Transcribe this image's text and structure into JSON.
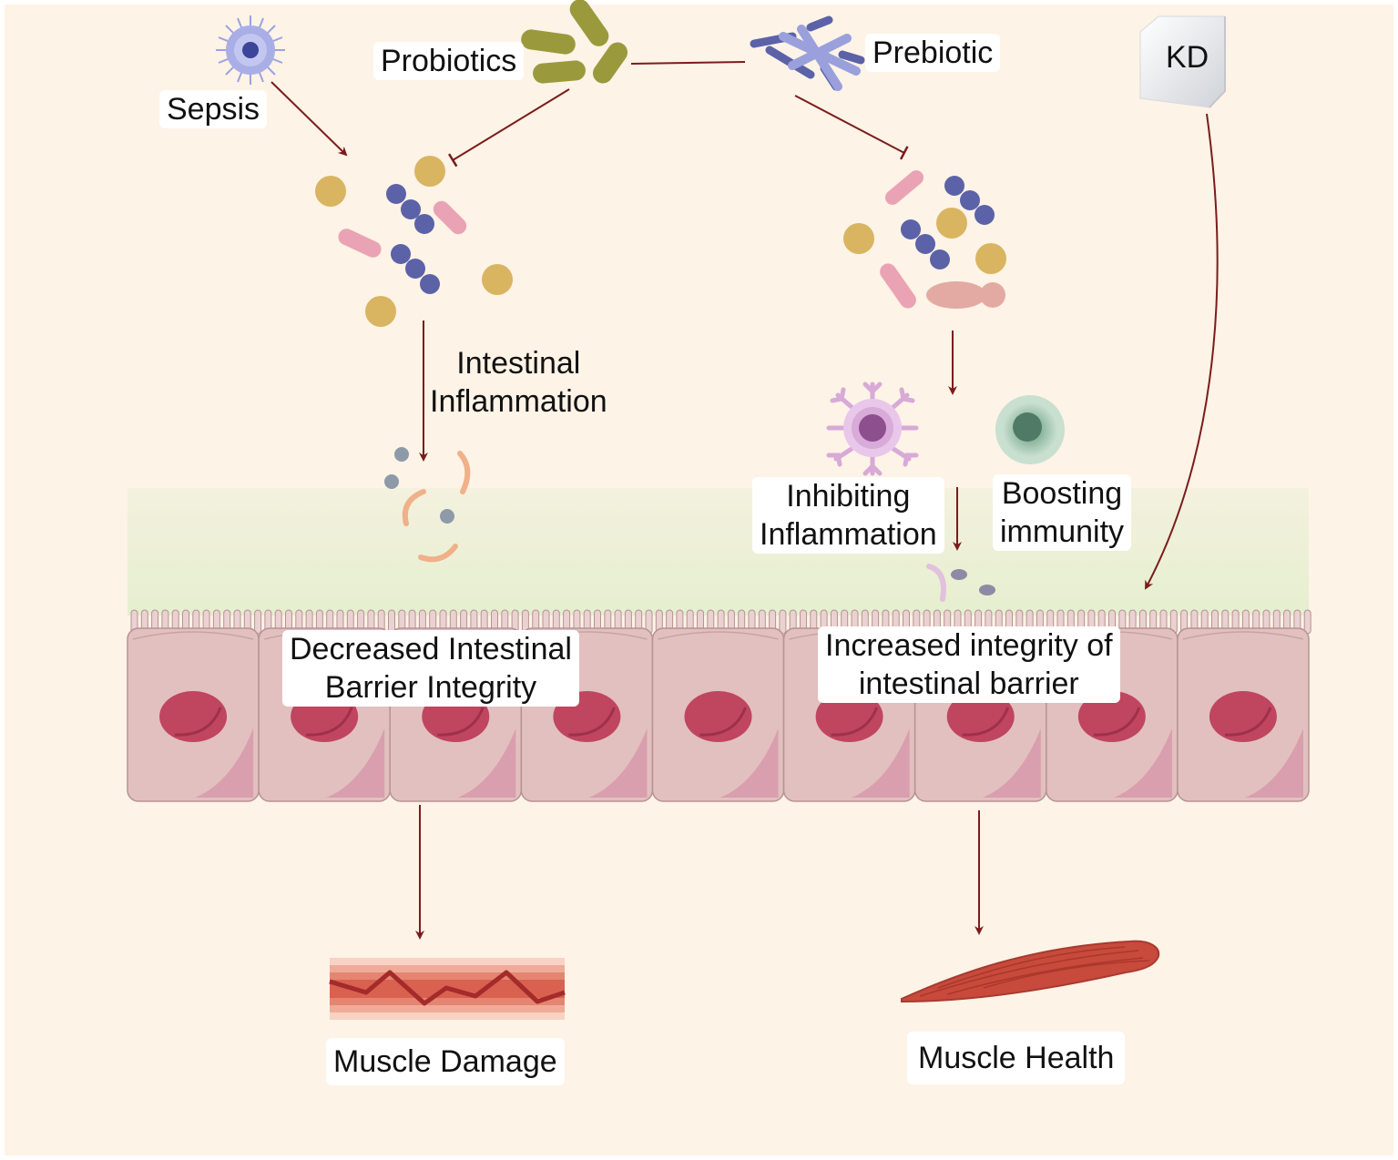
{
  "labels": {
    "sepsis": "Sepsis",
    "probiotics": "Probiotics",
    "prebiotic": "Prebiotic",
    "kd": "KD",
    "intestinal_inflammation": "Intestinal\nInflammation",
    "inhibiting_inflammation": "Inhibiting\nInflammation",
    "boosting_immunity": "Boosting\nimmunity",
    "decreased_barrier": "Decreased Intestinal\nBarrier Integrity",
    "increased_barrier": "Increased integrity of\nintestinal barrier",
    "muscle_damage": "Muscle Damage",
    "muscle_health": "Muscle Health"
  },
  "colors": {
    "background": "#fdf3e6",
    "arrow": "#7a1c1c",
    "cell_fill": "#e2c0c0",
    "nucleus": "#c0455f",
    "mucus": "#eef2dc",
    "gold_bacteria": "#d9b562",
    "blue_bacteria": "#5b62a8",
    "pink_bacteria": "#eaa3b4",
    "probiotic": "#9a9a3c",
    "prebiotic": "#7b82c8",
    "muscle": "#c84a3c"
  },
  "icons": [
    "sepsis-pathogen-icon",
    "probiotic-bacteria-icon",
    "prebiotic-fiber-icon",
    "kd-sugar-cube-icon",
    "dendritic-cell-icon",
    "immune-cell-icon",
    "muscle-damage-icon",
    "muscle-healthy-icon"
  ]
}
